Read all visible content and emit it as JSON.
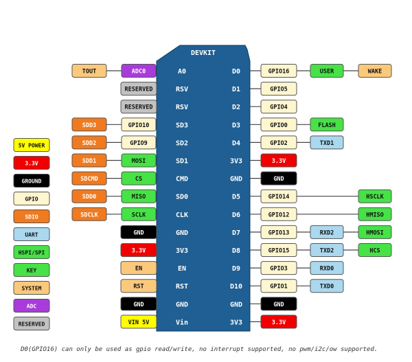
{
  "board": {
    "title": "DEVKIT",
    "color": "#1f5f93",
    "label_color": "#ffffff",
    "left_pins": [
      "A0",
      "RSV",
      "RSV",
      "SD3",
      "SD2",
      "SD1",
      "CMD",
      "SD0",
      "CLK",
      "GND",
      "3V3",
      "EN",
      "RST",
      "GND",
      "Vin"
    ],
    "right_pins": [
      "D0",
      "D1",
      "D2",
      "D3",
      "D4",
      "3V3",
      "GND",
      "D5",
      "D6",
      "D7",
      "D8",
      "D9",
      "D10",
      "GND",
      "3V3"
    ]
  },
  "colors": {
    "system": "#fbc97c",
    "adc": "#a93bdb",
    "reserved": "#c2c2c2",
    "gpio": "#fdf6cf",
    "sdio": "#f07a1f",
    "spi": "#46e246",
    "uart": "#aad8ef",
    "power": "#f00000",
    "ground": "#000000",
    "power5": "#ffff00"
  },
  "left_boxes": [
    [
      {
        "text": "ADC0",
        "type": "adc"
      },
      {
        "text": "TOUT",
        "type": "system"
      }
    ],
    [
      {
        "text": "RESERVED",
        "type": "reserved"
      }
    ],
    [
      {
        "text": "RESERVED",
        "type": "reserved"
      }
    ],
    [
      {
        "text": "GPIO10",
        "type": "gpio"
      },
      {
        "text": "SDD3",
        "type": "sdio"
      }
    ],
    [
      {
        "text": "GPIO9",
        "type": "gpio"
      },
      {
        "text": "SDD2",
        "type": "sdio"
      }
    ],
    [
      {
        "text": "MOSI",
        "type": "spi"
      },
      {
        "text": "SDD1",
        "type": "sdio"
      }
    ],
    [
      {
        "text": "CS",
        "type": "spi"
      },
      {
        "text": "SDCMD",
        "type": "sdio"
      }
    ],
    [
      {
        "text": "MISO",
        "type": "spi"
      },
      {
        "text": "SDD0",
        "type": "sdio"
      }
    ],
    [
      {
        "text": "SCLK",
        "type": "spi"
      },
      {
        "text": "SDCLK",
        "type": "sdio"
      }
    ],
    [
      {
        "text": "GND",
        "type": "ground"
      }
    ],
    [
      {
        "text": "3.3V",
        "type": "power"
      }
    ],
    [
      {
        "text": "EN",
        "type": "system"
      }
    ],
    [
      {
        "text": "RST",
        "type": "system"
      }
    ],
    [
      {
        "text": "GND",
        "type": "ground"
      }
    ],
    [
      {
        "text": "VIN 5V",
        "type": "power5"
      }
    ]
  ],
  "right_boxes": [
    [
      {
        "text": "GPIO16",
        "type": "gpio"
      },
      {
        "text": "USER",
        "type": "spi"
      },
      {
        "text": "WAKE",
        "type": "system"
      }
    ],
    [
      {
        "text": "GPIO5",
        "type": "gpio"
      }
    ],
    [
      {
        "text": "GPIO4",
        "type": "gpio"
      }
    ],
    [
      {
        "text": "GPIO0",
        "type": "gpio"
      },
      {
        "text": "FLASH",
        "type": "spi"
      }
    ],
    [
      {
        "text": "GPIO2",
        "type": "gpio"
      },
      {
        "text": "TXD1",
        "type": "uart"
      }
    ],
    [
      {
        "text": "3.3V",
        "type": "power"
      }
    ],
    [
      {
        "text": "GND",
        "type": "ground"
      }
    ],
    [
      {
        "text": "GPIO14",
        "type": "gpio"
      },
      {
        "text": "",
        "type": ""
      },
      {
        "text": "HSCLK",
        "type": "spi"
      }
    ],
    [
      {
        "text": "GPIO12",
        "type": "gpio"
      },
      {
        "text": "",
        "type": ""
      },
      {
        "text": "HMISO",
        "type": "spi"
      }
    ],
    [
      {
        "text": "GPIO13",
        "type": "gpio"
      },
      {
        "text": "RXD2",
        "type": "uart"
      },
      {
        "text": "HMOSI",
        "type": "spi"
      }
    ],
    [
      {
        "text": "GPIO15",
        "type": "gpio"
      },
      {
        "text": "TXD2",
        "type": "uart"
      },
      {
        "text": "HCS",
        "type": "spi"
      }
    ],
    [
      {
        "text": "GPIO3",
        "type": "gpio"
      },
      {
        "text": "RXD0",
        "type": "uart"
      }
    ],
    [
      {
        "text": "GPIO1",
        "type": "gpio"
      },
      {
        "text": "TXD0",
        "type": "uart"
      }
    ],
    [
      {
        "text": "GND",
        "type": "ground"
      }
    ],
    [
      {
        "text": "3.3V",
        "type": "power"
      }
    ]
  ],
  "legend": [
    {
      "text": "5V POWER",
      "type": "power5"
    },
    {
      "text": "3.3V",
      "type": "power"
    },
    {
      "text": "GROUND",
      "type": "ground"
    },
    {
      "text": "GPIO",
      "type": "gpio"
    },
    {
      "text": "SDIO",
      "type": "sdio"
    },
    {
      "text": "UART",
      "type": "uart"
    },
    {
      "text": "HSPI/SPI",
      "type": "spi"
    },
    {
      "text": "KEY",
      "type": "spi"
    },
    {
      "text": "SYSTEM",
      "type": "system"
    },
    {
      "text": "ADC",
      "type": "adc"
    },
    {
      "text": "RESERVED",
      "type": "reserved"
    }
  ],
  "footnote": "D0(GPIO16) can only be used as gpio read/write, no interrupt supported, no pwm/i2c/ow supported."
}
